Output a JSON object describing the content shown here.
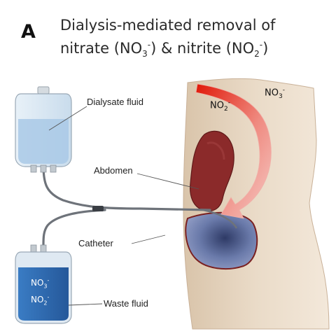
{
  "panel": {
    "letter": "A"
  },
  "title": {
    "line1": "Dialysis-mediated removal of",
    "nitrate_word": "nitrate (NO",
    "nitrate_sub": "3",
    "nitrate_sup": "-",
    "connector": ") & nitrite (NO",
    "nitrite_sub": "2",
    "nitrite_sup": "-",
    "close": ")"
  },
  "labels": {
    "dialysate": "Dialysate fluid",
    "abdomen": "Abdomen",
    "catheter": "Catheter",
    "waste": "Waste fluid"
  },
  "species": {
    "no3": {
      "base": "NO",
      "sub": "3",
      "sup": "-"
    },
    "no2": {
      "base": "NO",
      "sub": "2",
      "sup": "-"
    }
  },
  "colors": {
    "skin": "#eadbc8",
    "organ": "#8b2a2a",
    "cavity": "#5a6a9a",
    "arrow": "#e02010",
    "dialysate": "#cfe3f2",
    "waste": "#2e6db5",
    "tube": "#6e737a"
  }
}
